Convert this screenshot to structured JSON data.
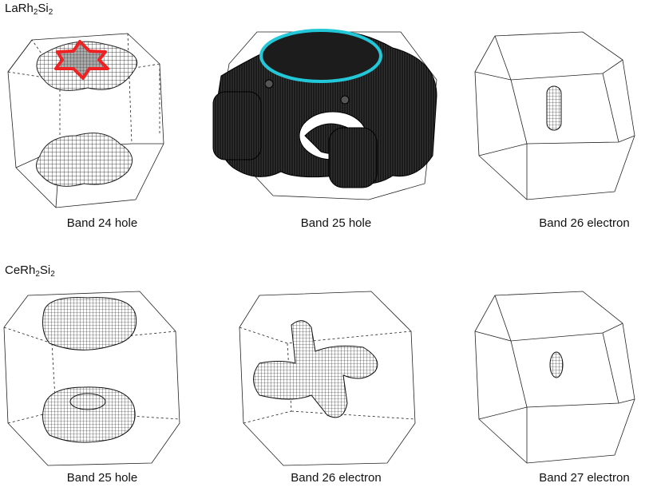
{
  "rows": [
    {
      "compound_base": "LaRh",
      "compound_sub1": "2",
      "compound_mid": "Si",
      "compound_sub2": "2",
      "panels": [
        {
          "caption": "Band 24 hole",
          "surface": "hole-pockets-top-bottom",
          "highlight_color": "#ee2222"
        },
        {
          "caption": "Band 25 hole",
          "surface": "multiply-connected-hole",
          "highlight_color": "#22c8d8"
        },
        {
          "caption": "Band 26 electron",
          "surface": "small-electron-cylinder"
        }
      ]
    },
    {
      "compound_base": "CeRh",
      "compound_sub1": "2",
      "compound_mid": "Si",
      "compound_sub2": "2",
      "panels": [
        {
          "caption": "Band 25 hole",
          "surface": "hole-pockets-top-bottom"
        },
        {
          "caption": "Band 26 electron",
          "surface": "star-electron-sheet"
        },
        {
          "caption": "Band 27 electron",
          "surface": "small-electron-ellipsoid"
        }
      ]
    }
  ]
}
